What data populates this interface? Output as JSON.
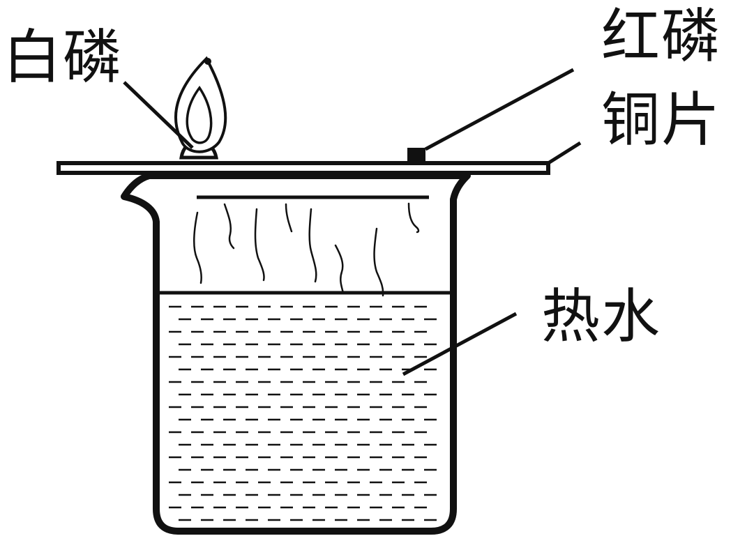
{
  "labels": {
    "white_phosphorus": "白磷",
    "red_phosphorus": "红磷",
    "copper_sheet": "铜片",
    "hot_water": "热水"
  },
  "colors": {
    "ink": "#111111",
    "background": "#ffffff"
  }
}
